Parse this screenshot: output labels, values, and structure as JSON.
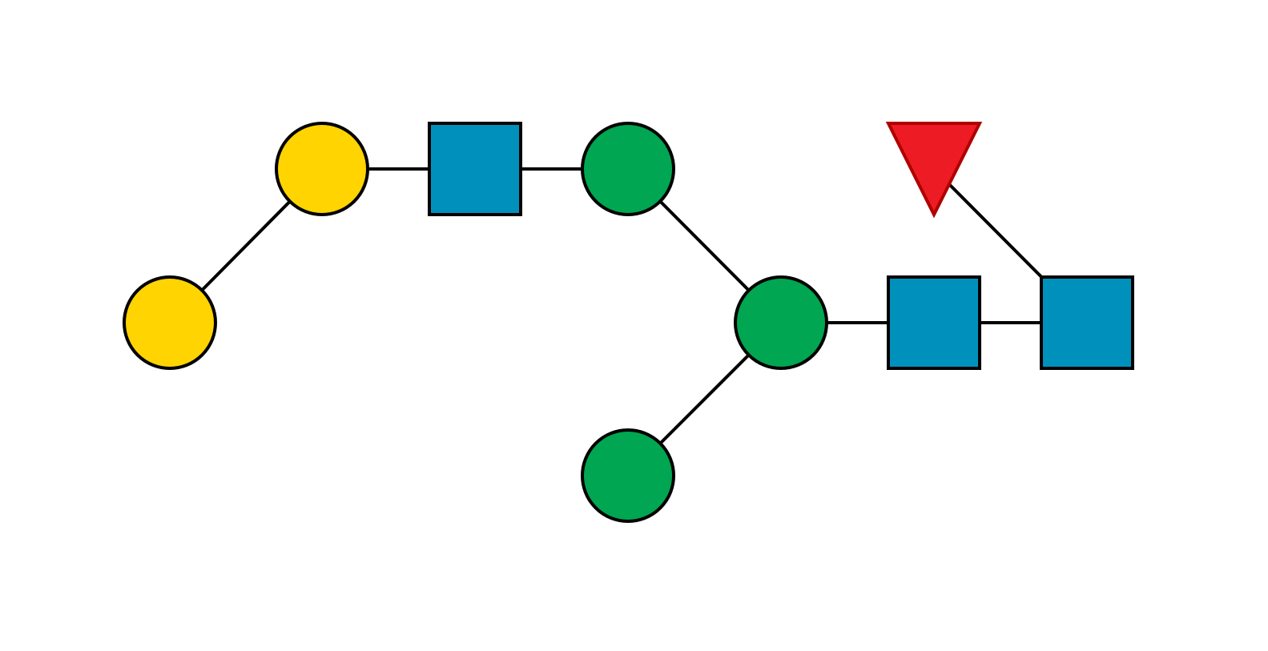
{
  "diagram": {
    "type": "glycan-structure",
    "colors": {
      "background": "#ffffff",
      "bond": "#000000",
      "outline": "#000000",
      "fucose_outline": "#b00000"
    },
    "residues": [
      {
        "id": "gal-terminal",
        "shape": "circle",
        "color": "#FFD400",
        "icon": "yellow-circle"
      },
      {
        "id": "gal-inner",
        "shape": "circle",
        "color": "#FFD400",
        "icon": "yellow-circle"
      },
      {
        "id": "glcnac-antenna",
        "shape": "square",
        "color": "#0090BC",
        "icon": "blue-square"
      },
      {
        "id": "man-upper",
        "shape": "circle",
        "color": "#00A651",
        "icon": "green-circle"
      },
      {
        "id": "man-core",
        "shape": "circle",
        "color": "#00A651",
        "icon": "green-circle"
      },
      {
        "id": "man-lower",
        "shape": "circle",
        "color": "#00A651",
        "icon": "green-circle"
      },
      {
        "id": "glcnac-core-1",
        "shape": "square",
        "color": "#0090BC",
        "icon": "blue-square"
      },
      {
        "id": "glcnac-core-2",
        "shape": "square",
        "color": "#0090BC",
        "icon": "blue-square"
      },
      {
        "id": "fucose",
        "shape": "triangle",
        "color": "#ED1C24",
        "icon": "red-triangle"
      }
    ],
    "bonds": [
      {
        "from": "gal-terminal",
        "to": "gal-inner"
      },
      {
        "from": "gal-inner",
        "to": "glcnac-antenna"
      },
      {
        "from": "glcnac-antenna",
        "to": "man-upper"
      },
      {
        "from": "man-upper",
        "to": "man-core"
      },
      {
        "from": "man-lower",
        "to": "man-core"
      },
      {
        "from": "man-core",
        "to": "glcnac-core-1"
      },
      {
        "from": "glcnac-core-1",
        "to": "glcnac-core-2"
      },
      {
        "from": "fucose",
        "to": "glcnac-core-2"
      }
    ]
  }
}
